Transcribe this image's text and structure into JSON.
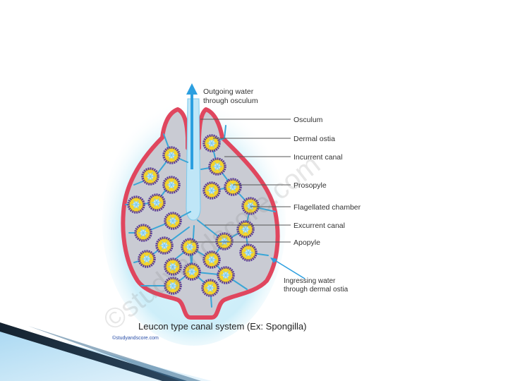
{
  "diagram": {
    "arrow_outgoing": "Outgoing water through osculum",
    "arrow_outgoing_lines": [
      "Outgoing water",
      "through osculum"
    ],
    "labels": [
      "Osculum",
      "Dermal ostia",
      "Incurrent canal",
      "Prosopyle",
      "Flagellated chamber",
      "Excurrent canal",
      "Apopyle"
    ],
    "arrow_ingressing_lines": [
      "Ingressing water",
      "through dermal ostia"
    ],
    "caption": "Leucon type canal system (Ex: Spongilla)",
    "credit": "©studyandscore.com",
    "watermark": "©studyandscore.com"
  },
  "colors": {
    "body_fill": "#c9cbd3",
    "body_wall": "#e0465e",
    "glow": "#c8ecf8",
    "canal": "#3aa6d6",
    "spongocoel": "#bfe6f7",
    "chamber_ring": "#5b3d9a",
    "chamber_core": "#f4d42a",
    "arrow": "#2c9fe0",
    "slide_accent_dark": "#1e3346",
    "slide_accent_light": "#6db9e6"
  }
}
